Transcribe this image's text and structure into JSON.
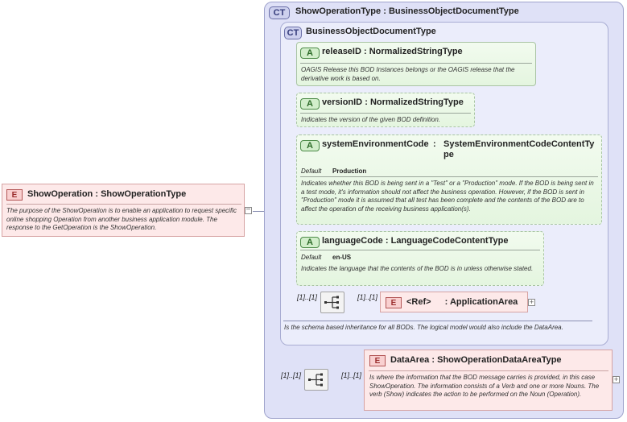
{
  "root_element": {
    "badge": "E",
    "name": "ShowOperation",
    "type": "ShowOperationType",
    "description": "The purpose of the ShowOperation is to enable an application to request specific online shopping Operation from another business application module.  The response to the GetOperation is the ShowOperation.",
    "collapse_symbol": "−"
  },
  "outer_type": {
    "badge": "CT",
    "name": "ShowOperationType",
    "base": "BusinessObjectDocumentType"
  },
  "inner_type": {
    "badge": "CT",
    "name": "BusinessObjectDocumentType",
    "description": "Is the schema based inheritance for all BODs. The logical model would also include the DataArea."
  },
  "attributes": [
    {
      "badge": "A",
      "name": "releaseID",
      "type": "NormalizedStringType",
      "description": "OAGIS Release this BOD Instances belongs or the OAGIS release that the derivative work is based on."
    },
    {
      "badge": "A",
      "name": "versionID",
      "type": "NormalizedStringType",
      "description": "Indicates the version of the given BOD definition."
    },
    {
      "badge": "A",
      "name": "systemEnvironmentCode",
      "type": "SystemEnvironmentCodeContentType",
      "default_label": "Default",
      "default_value": "Production",
      "description": "Indicates whether this BOD is being sent in a \"Test\" or a \"Production\" mode. If the BOD is being sent in a test mode, it's information should not affect the business operation. However, if the BOD is sent in \"Production\" mode it is assumed that all test has been complete and the contents of the BOD are to affect the operation of the receiving business application(s)."
    },
    {
      "badge": "A",
      "name": "languageCode",
      "type": "LanguageCodeContentType",
      "default_label": "Default",
      "default_value": "en-US",
      "description": "Indicates the language that the contents of the BOD is in unless otherwise stated."
    }
  ],
  "application_area": {
    "seq_multiplicity": "[1]..[1]",
    "multiplicity": "[1]..[1]",
    "badge": "E",
    "name": "<Ref>",
    "type": "ApplicationArea",
    "expand_symbol": "+"
  },
  "data_area": {
    "seq_multiplicity": "[1]..[1]",
    "multiplicity": "[1]..[1]",
    "badge": "E",
    "name": "DataArea",
    "type": "ShowOperationDataAreaType",
    "description": "Is where the information that the BOD message carries is provided, in this case ShowOperation. The information consists of a Verb and one or more Nouns. The verb (Show) indicates the action to be performed on the Noun (Operation).",
    "expand_symbol": "+"
  }
}
